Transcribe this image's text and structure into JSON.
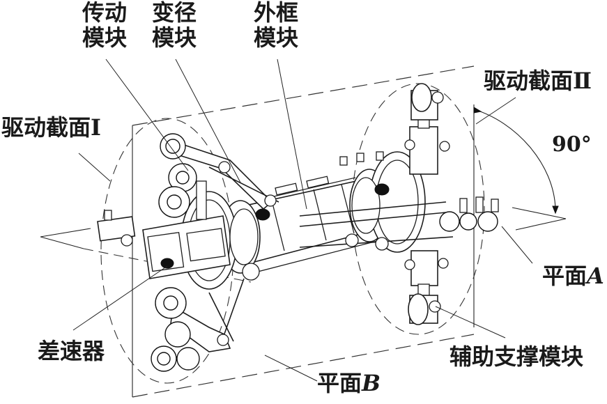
{
  "figure": {
    "type": "mechanical-diagram",
    "subject": "pipe robot assembly with two drive sections"
  },
  "labels": {
    "transmission_module": [
      "传动",
      "模块"
    ],
    "diameter_change_module": [
      "变径",
      "模块"
    ],
    "outer_frame_module": [
      "外框",
      "模块"
    ],
    "drive_section_1": "驱动截面Ⅰ",
    "drive_section_2": "驱动截面Ⅱ",
    "angle": "90°",
    "plane_a_prefix": "平面",
    "plane_a_letter": "A",
    "plane_b_prefix": "平面",
    "plane_b_letter": "B",
    "differential": "差速器",
    "auxiliary_support_module": "辅助支撑模块"
  },
  "colors": {
    "line": "#1d1d1d",
    "background": "#ffffff"
  }
}
